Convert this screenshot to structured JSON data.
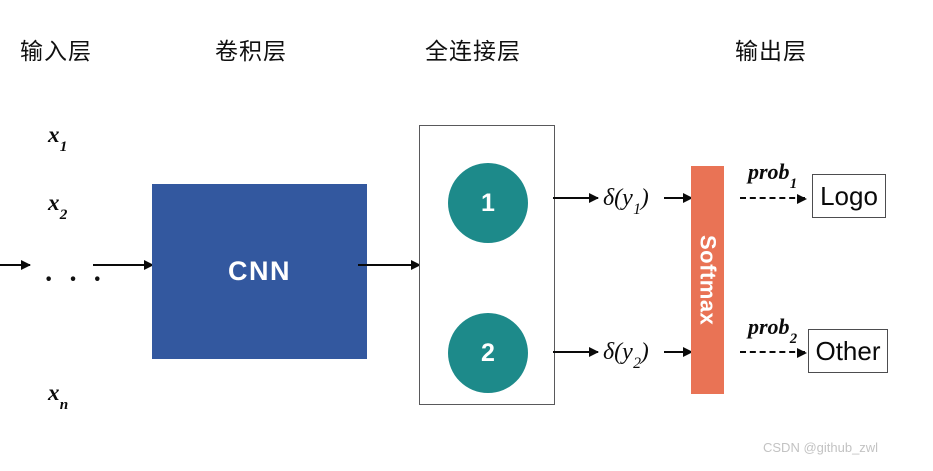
{
  "diagram": {
    "title": "CNN classification pipeline",
    "colors": {
      "cnn_block": "#33589F",
      "node_fill": "#1D8A8A",
      "softmax_bar": "#E97355",
      "box_border": "#59595B",
      "text": "#0A0A0A",
      "watermark": "#C3C3C3"
    },
    "layer_titles": [
      {
        "id": "input",
        "label": "输入层"
      },
      {
        "id": "conv",
        "label": "卷积层"
      },
      {
        "id": "fc",
        "label": "全连接层"
      },
      {
        "id": "output",
        "label": "输出层"
      }
    ],
    "input_layer": {
      "items": [
        {
          "base": "x",
          "sub": "1"
        },
        {
          "base": "x",
          "sub": "2"
        },
        {
          "base": "x",
          "sub": "n"
        }
      ],
      "ellipsis": "· · ·"
    },
    "conv_layer": {
      "block_label": "CNN"
    },
    "fc_layer": {
      "nodes": [
        {
          "label": "1"
        },
        {
          "label": "2"
        }
      ]
    },
    "activations": [
      {
        "prefix": "δ(y",
        "sub": "1",
        "suffix": ")"
      },
      {
        "prefix": "δ(y",
        "sub": "2",
        "suffix": ")"
      }
    ],
    "softmax": {
      "label": "Softmax"
    },
    "probabilities": [
      {
        "base": "prob",
        "sub": "1"
      },
      {
        "base": "prob",
        "sub": "2"
      }
    ],
    "outputs": [
      {
        "label": "Logo"
      },
      {
        "label": "Other"
      }
    ],
    "watermark": "CSDN @github_zwl"
  }
}
